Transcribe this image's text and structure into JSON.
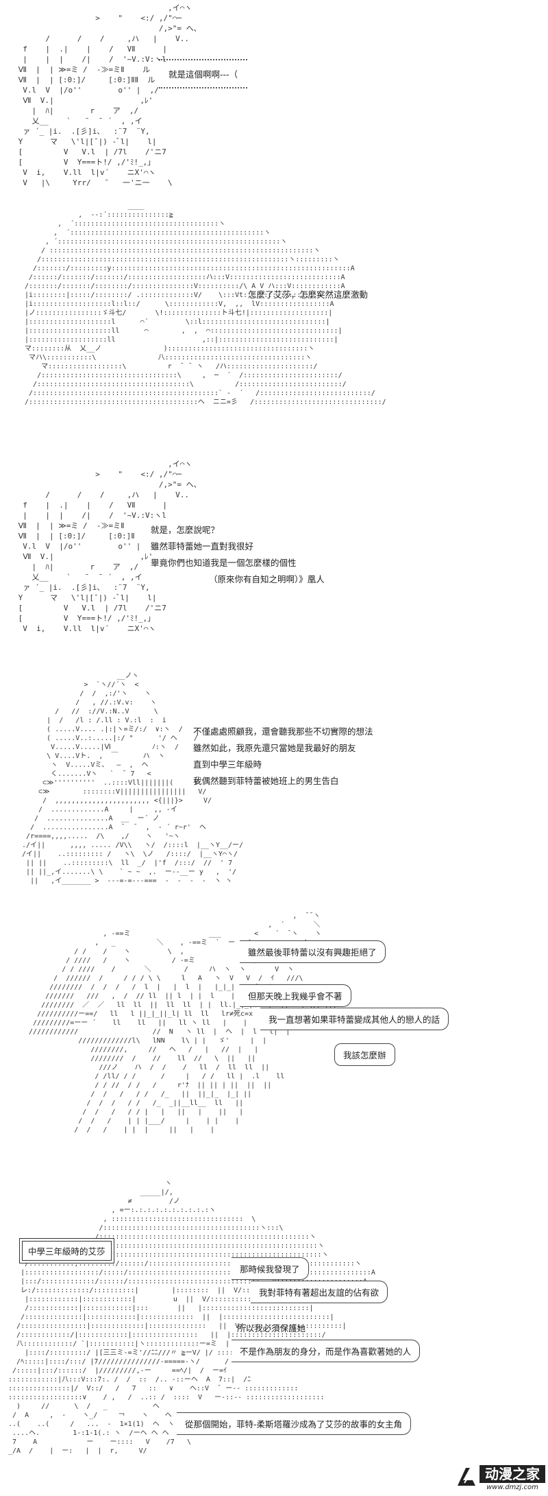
{
  "panels": [
    {
      "lines": [
        "就是這個啊啊---（"
      ]
    },
    {
      "lines": [
        "怎麼了艾莎，怎麼突然這麼激動"
      ]
    },
    {
      "lines": [
        "就是，怎麼說呢？",
        "雖然菲特蕾她一直對我很好",
        "畢竟你們也知道我是一個怎麼樣的個性"
      ],
      "aside": "（原來你有自知之明啊）》凰人"
    },
    {
      "lines": [
        "不僅處處照顧我，還會聽我那些不切實際的想法",
        "雖然如此，我原先還只當她是我最好的朋友",
        "直到中學三年級時",
        "我偶然聽到菲特蕾被她班上的男生告白"
      ]
    },
    {
      "bubbles": [
        "雖然最後菲特蕾以沒有興趣拒絕了",
        "但那天晚上我幾乎會不著",
        "我一直想著如果菲特蕾變成其他人的戀人的話",
        "我該怎麼辦"
      ]
    },
    {
      "caption": "中學三年級時的艾莎",
      "bubbles": [
        "那時候我發現了",
        "我對菲特有著超出友誼的佔有欲",
        "所以我必須保護她",
        "不是作為朋友的身分，而是作為喜歡著她的人",
        "從那個開始，菲特-柔斯塔羅沙成為了艾莎的故事的女主角"
      ]
    }
  ],
  "logo": {
    "text": "动漫之家",
    "url": "www.dmzj.com"
  }
}
